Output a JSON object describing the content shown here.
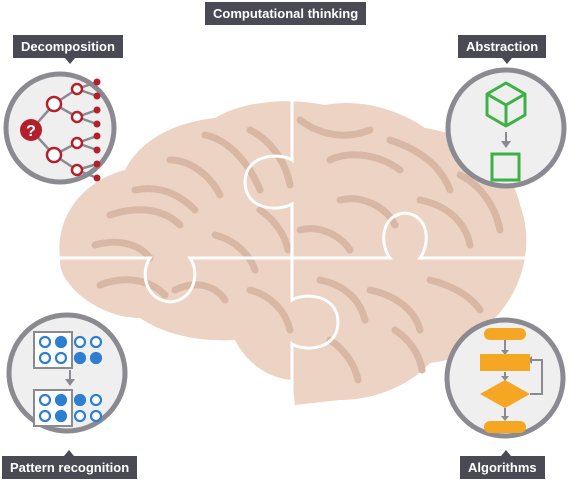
{
  "title": "Computational thinking",
  "labels": {
    "decomposition": "Decomposition",
    "abstraction": "Abstraction",
    "pattern_recognition": "Pattern recognition",
    "algorithms": "Algorithms"
  },
  "decomposition_icon_glyph": "?",
  "colors": {
    "label_bg": "#4a4a55",
    "brain_fill": "#ecd3c4",
    "brain_vein": "#d8b8a4",
    "circle_fill": "#efefef",
    "circle_ring": "#8a8a90",
    "red": "#b3202c",
    "green": "#3db144",
    "blue": "#2f7fd0",
    "orange": "#f5a623",
    "gray": "#8a8a90"
  }
}
